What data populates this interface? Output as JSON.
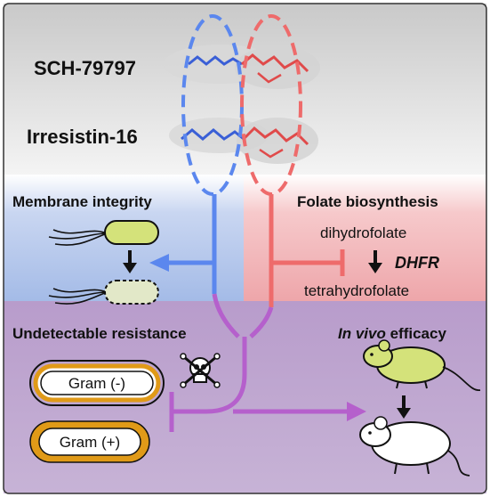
{
  "compounds": {
    "first": "SCH-79797",
    "second": "Irresistin-16"
  },
  "membrane_panel": {
    "title": "Membrane integrity"
  },
  "folate_panel": {
    "title": "Folate biosynthesis",
    "substrate": "dihydrofolate",
    "enzyme": "DHFR",
    "product": "tetrahydrofolate"
  },
  "resistance_panel": {
    "title": "Undetectable resistance",
    "gram_negative": "Gram (-)",
    "gram_positive": "Gram (+)"
  },
  "efficacy_panel": {
    "title_italic": "In vivo",
    "title_rest": " efficacy"
  },
  "colors": {
    "membrane_bg": "#a9bfe6",
    "folate_bg": "#f0a9ad",
    "lower_bg": "#c8b0d8",
    "top_bg": "#e9e9e9",
    "blue": "#5b87ee",
    "red": "#ee6b6b",
    "purple": "#b560cc",
    "orange": "#e09a18",
    "bacteria_live": "#d4e27a",
    "bacteria_dead": "#e2e8c8"
  },
  "icons": [
    "skull-icon",
    "mouse-sick-icon",
    "mouse-healthy-icon",
    "bacterium-icon"
  ]
}
